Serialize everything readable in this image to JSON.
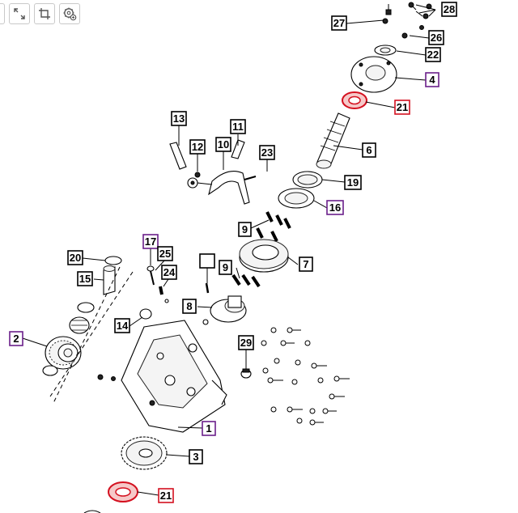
{
  "toolbar": {
    "buttons": [
      {
        "name": "expand",
        "icon": "expand-arrows-icon"
      },
      {
        "name": "crop",
        "icon": "crop-icon"
      },
      {
        "name": "zoom-settings",
        "icon": "gear-zoom-icon"
      }
    ]
  },
  "callouts": {
    "c1": "1",
    "c2": "2",
    "c3": "3",
    "c4": "4",
    "c6": "6",
    "c7": "7",
    "c8": "8",
    "c9a": "9",
    "c9b": "9",
    "c10": "10",
    "c11": "11",
    "c12": "12",
    "c13": "13",
    "c14": "14",
    "c15": "15",
    "c16": "16",
    "c17": "17",
    "c19": "19",
    "c20": "20",
    "c21a": "21",
    "c21b": "21",
    "c22": "22",
    "c23": "23",
    "c24": "24",
    "c25": "25",
    "c26": "26",
    "c27": "27",
    "c28": "28",
    "c29": "29"
  },
  "colors": {
    "default_border": "#000000",
    "selected_border": "#6b1f8a",
    "highlight_border": "#d4101f"
  }
}
